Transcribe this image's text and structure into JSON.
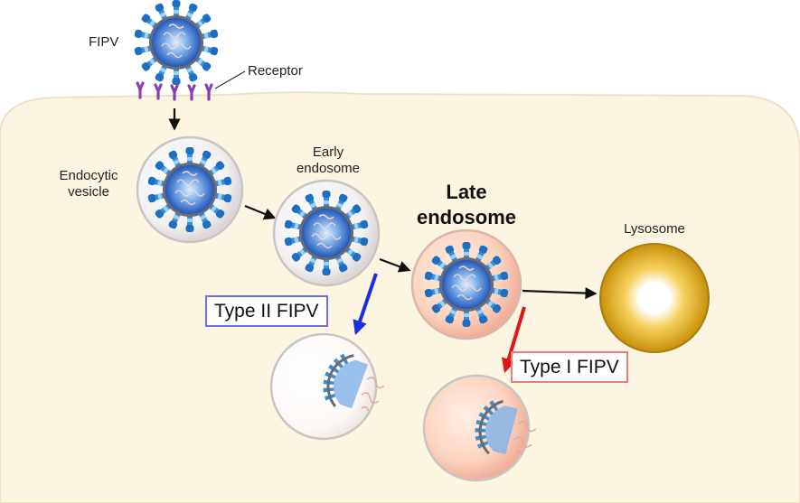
{
  "labels": {
    "fipv": "FIPV",
    "receptor": "Receptor",
    "endocytic_vesicle": "Endocytic vesicle",
    "early_endosome": "Early endosome",
    "late_endosome": "Late endosome",
    "lysosome": "Lysosome",
    "type2": "Type II FIPV",
    "type1": "Type I FIPV"
  },
  "colors": {
    "cell": "#fbf5e1",
    "cell_border": "#ece3c6",
    "receptor": "#8a3fb0",
    "virus_core": "#3f7bd6",
    "spike": "#3a8fd0",
    "arrow": "#111111",
    "type2_arrow": "#1a2fe0",
    "type1_arrow": "#e01515",
    "lysosome": "#d9a10e"
  },
  "icons": [
    "virus-particle",
    "receptor-icon",
    "arrow-icon"
  ]
}
